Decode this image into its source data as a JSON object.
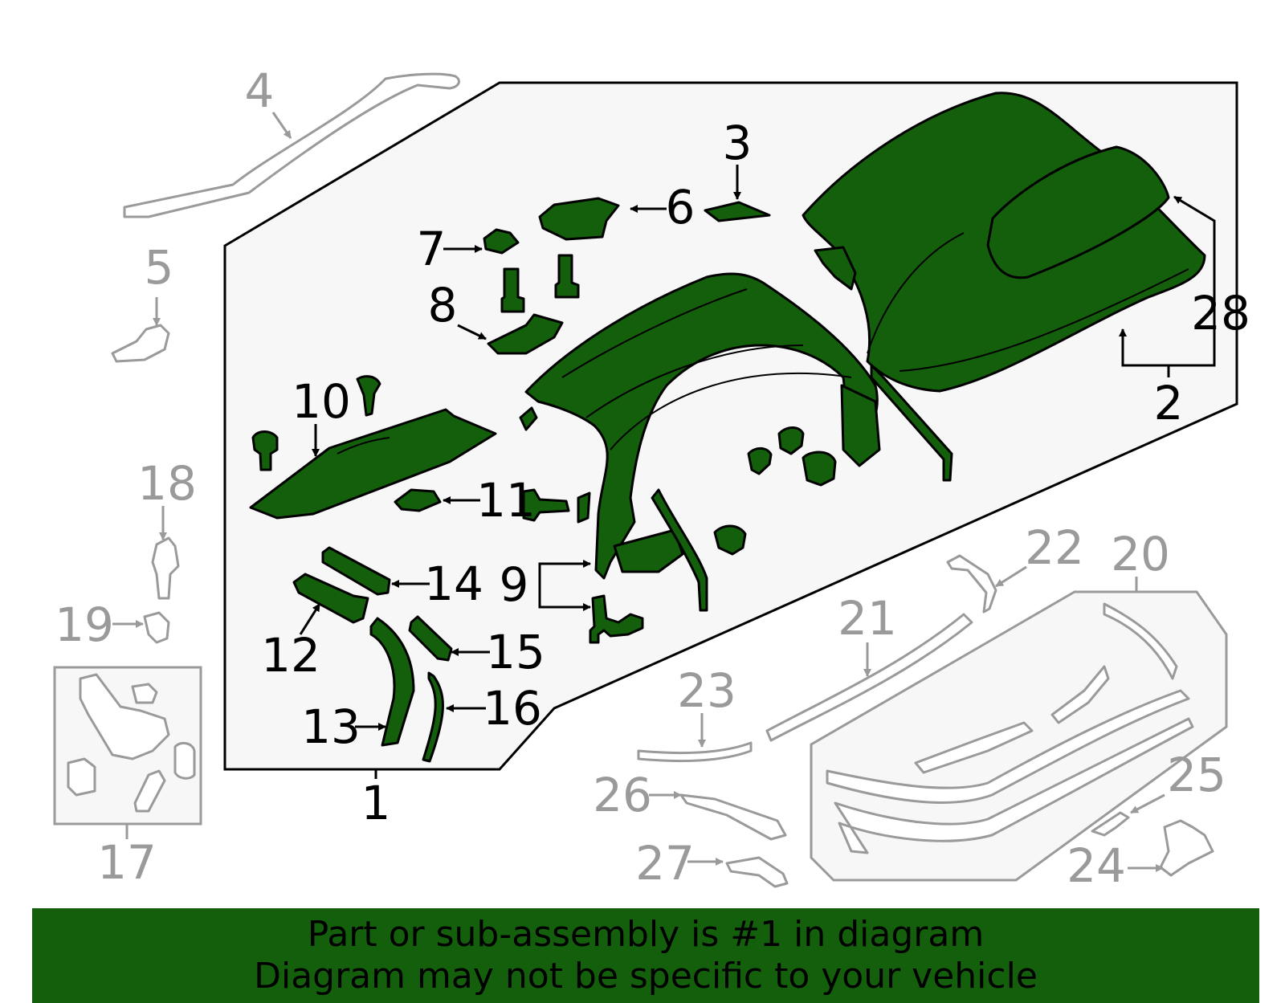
{
  "diagram": {
    "colors": {
      "highlight": "#135f0b",
      "muted_parts": "#9a9a9a",
      "panel_background": "#f7f7f7"
    },
    "callouts": {
      "c1": "1",
      "c2": "2",
      "c3": "3",
      "c4": "4",
      "c5": "5",
      "c6": "6",
      "c7": "7",
      "c8": "8",
      "c9": "9",
      "c10": "10",
      "c11": "11",
      "c12": "12",
      "c13": "13",
      "c14": "14",
      "c15": "15",
      "c16": "16",
      "c17": "17",
      "c18": "18",
      "c19": "19",
      "c20": "20",
      "c21": "21",
      "c22": "22",
      "c23": "23",
      "c24": "24",
      "c25": "25",
      "c26": "26",
      "c27": "27",
      "c28": "28"
    },
    "highlighted_part": "1"
  },
  "banner": {
    "line1": "Part or sub-assembly is #1 in diagram",
    "line2": "Diagram may not be specific to your vehicle"
  }
}
